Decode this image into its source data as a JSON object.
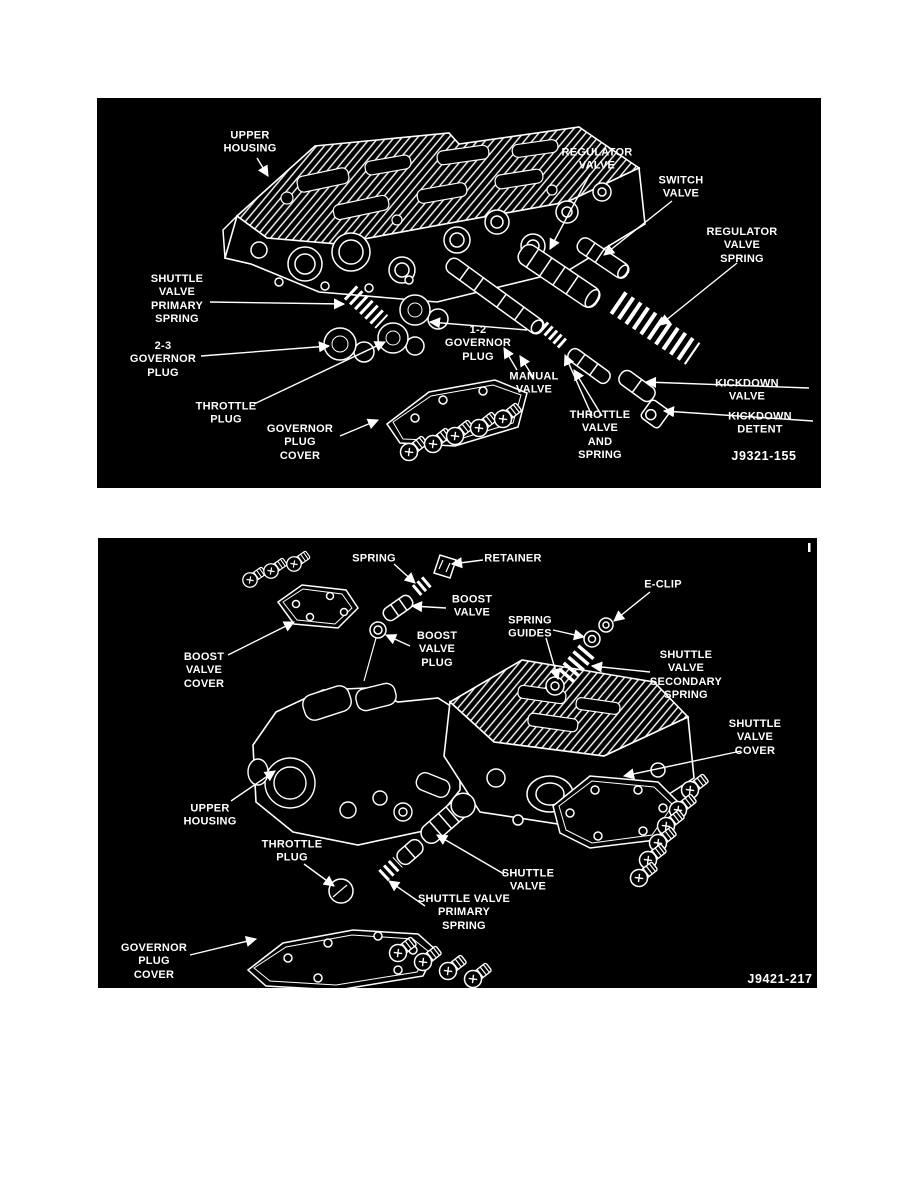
{
  "page": {
    "background": "#ffffff",
    "panel_background": "#000000",
    "line_color": "#ffffff"
  },
  "figure1": {
    "figure_id": "J9321-155",
    "labels": {
      "upper_housing": "UPPER\nHOUSING",
      "regulator_valve": "REGULATOR\nVALVE",
      "switch_valve": "SWITCH\nVALVE",
      "regulator_valve_spring": "REGULATOR\nVALVE\nSPRING",
      "shuttle_valve_primary_spring": "SHUTTLE\nVALVE\nPRIMARY\nSPRING",
      "governor_plug_23": "2-3\nGOVERNOR\nPLUG",
      "governor_plug_12": "1-2\nGOVERNOR\nPLUG",
      "manual_valve": "MANUAL\nVALVE",
      "throttle_plug": "THROTTLE\nPLUG",
      "governor_plug_cover": "GOVERNOR\nPLUG\nCOVER",
      "throttle_valve_and_spring": "THROTTLE\nVALVE\nAND\nSPRING",
      "kickdown_valve": "KICKDOWN\nVALVE",
      "kickdown_detent": "KICKDOWN\nDETENT"
    }
  },
  "figure2": {
    "figure_id": "J9421-217",
    "labels": {
      "spring": "SPRING",
      "retainer": "RETAINER",
      "boost_valve": "BOOST\nVALVE",
      "e_clip": "E-CLIP",
      "spring_guides": "SPRING\nGUIDES",
      "boost_valve_plug": "BOOST\nVALVE\nPLUG",
      "shuttle_valve_secondary_spring": "SHUTTLE\nVALVE\nSECONDARY\nSPRING",
      "boost_valve_cover": "BOOST\nVALVE\nCOVER",
      "shuttle_valve_cover": "SHUTTLE\nVALVE\nCOVER",
      "upper_housing": "UPPER\nHOUSING",
      "throttle_plug": "THROTTLE\nPLUG",
      "shuttle_valve": "SHUTTLE\nVALVE",
      "shuttle_valve_primary_spring": "SHUTTLE VALVE\nPRIMARY\nSPRING",
      "governor_plug_cover": "GOVERNOR\nPLUG\nCOVER"
    }
  }
}
